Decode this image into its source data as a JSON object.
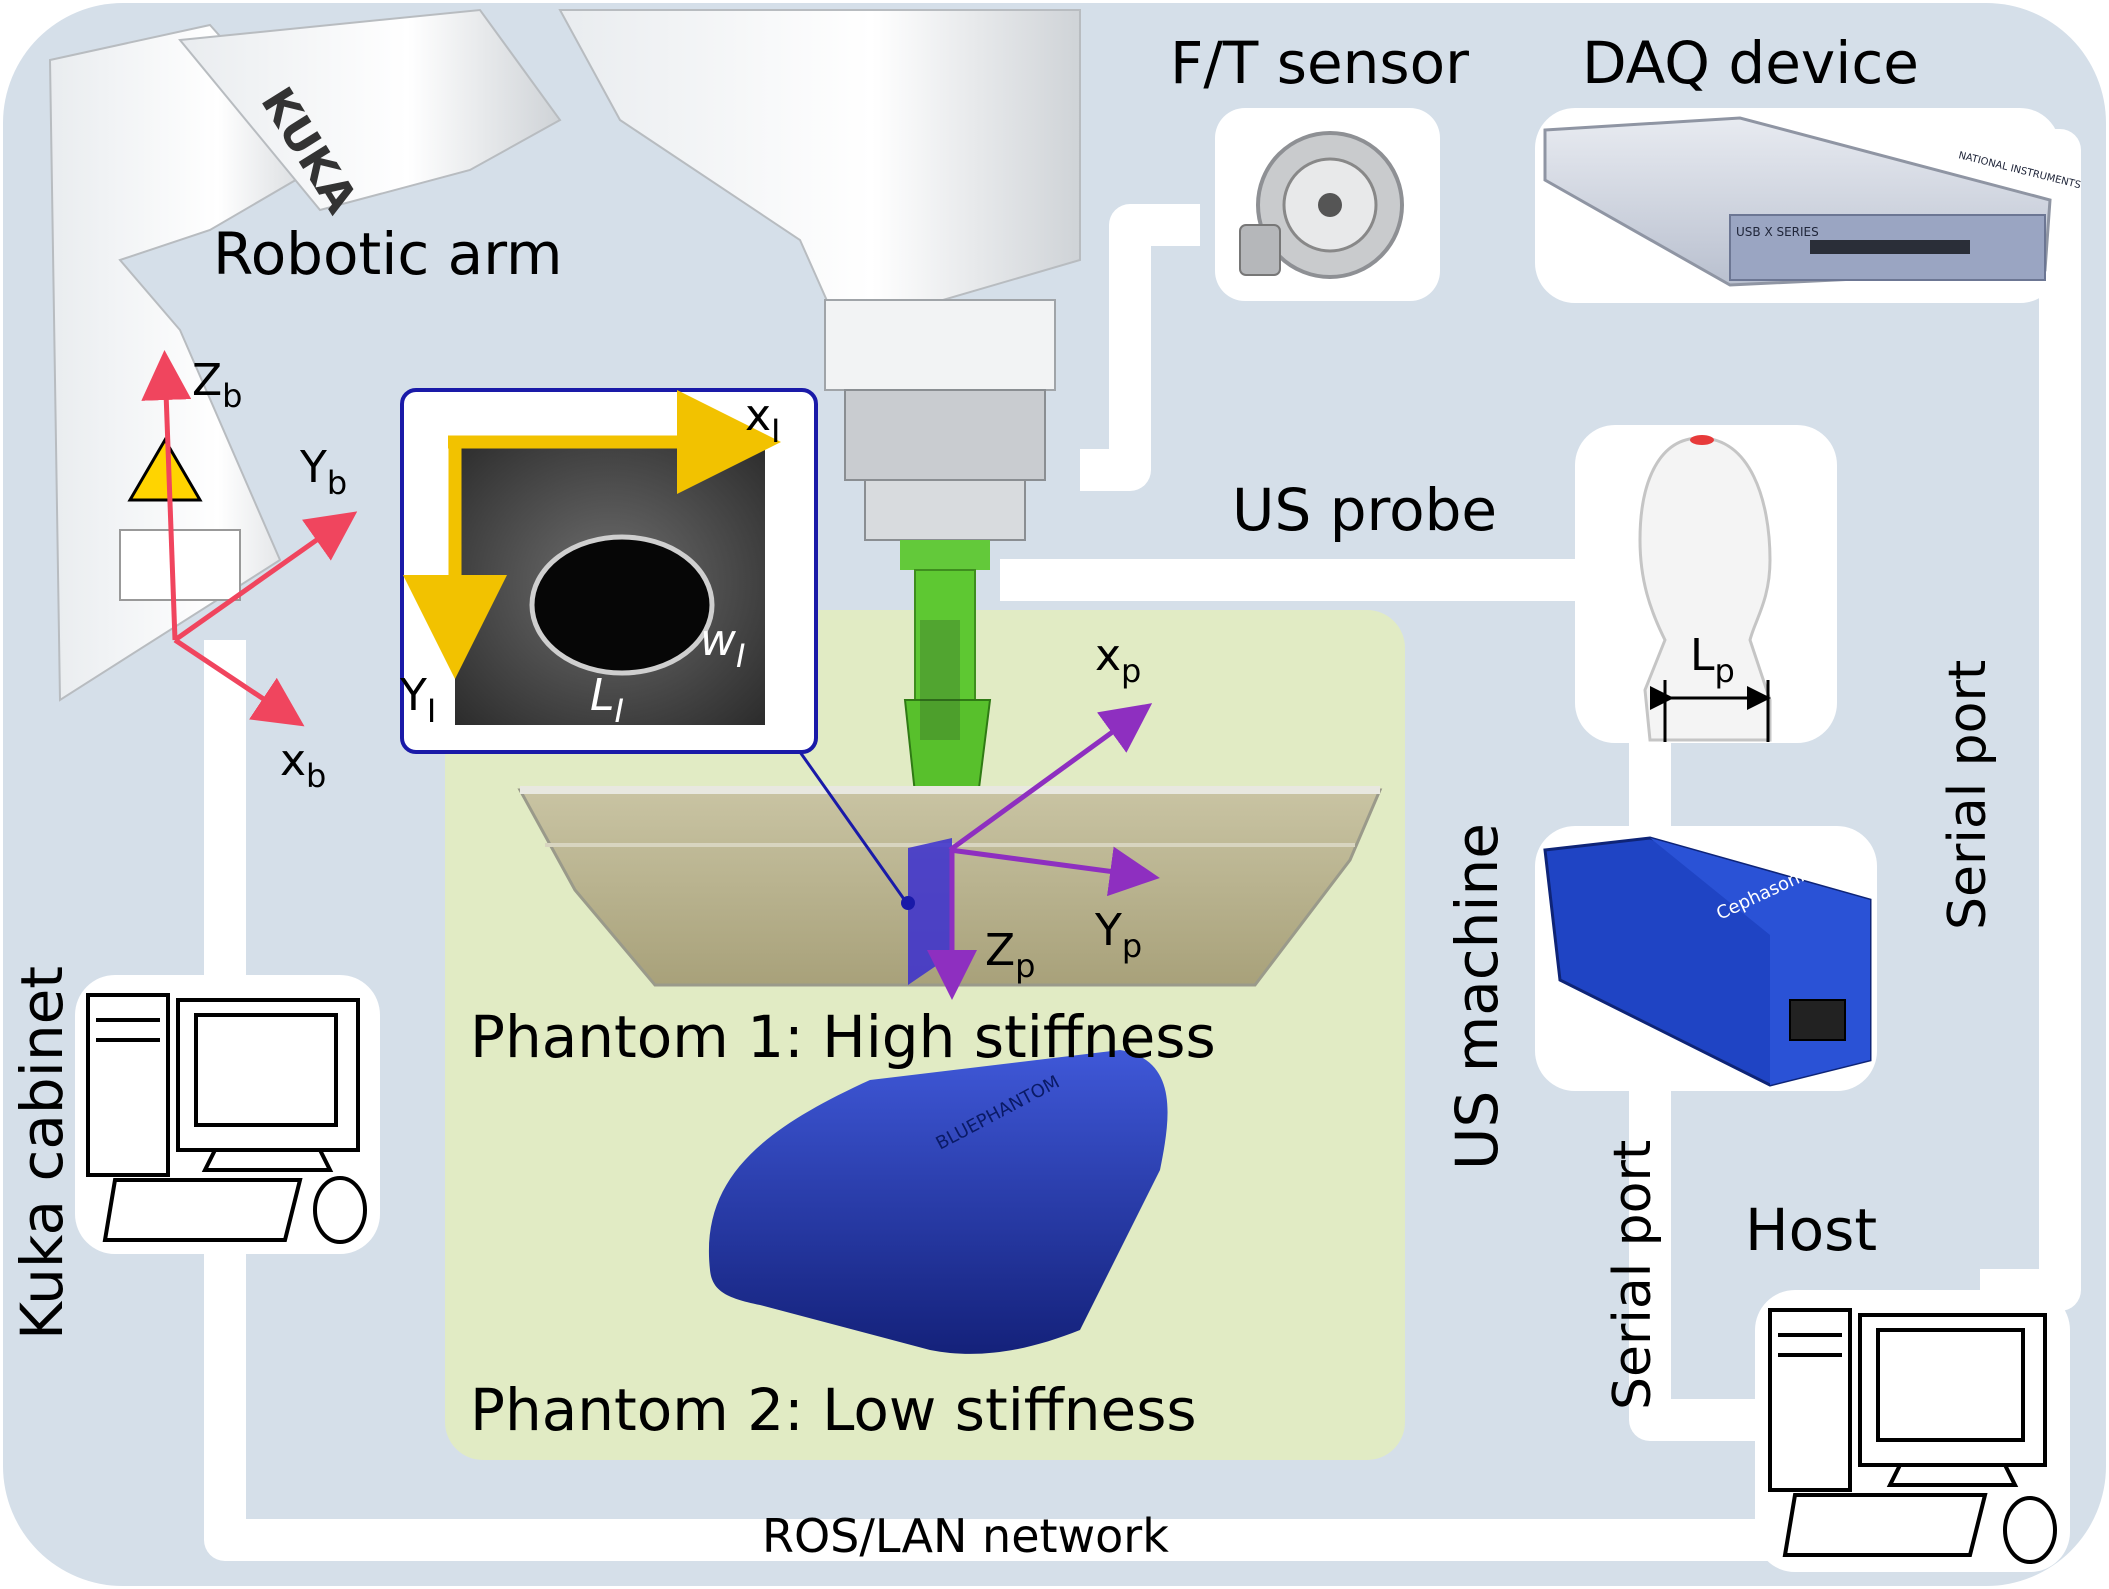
{
  "labels": {
    "robotic_arm": "Robotic arm",
    "ft_sensor": "F/T sensor",
    "daq_device": "DAQ device",
    "us_probe": "US probe",
    "us_machine": "US machine",
    "host": "Host",
    "kuka_cabinet": "Kuka cabinet",
    "serial_port_right": "Serial port",
    "serial_port_middle": "Serial port",
    "network": "ROS/LAN network",
    "phantom1": "Phantom 1: High stiffness",
    "phantom2": "Phantom 2: Low stiffness"
  },
  "axes": {
    "base": {
      "z": "Z",
      "y": "Y",
      "x": "x",
      "sub": "b"
    },
    "image": {
      "x": "x",
      "y": "Y",
      "length": "L",
      "width": "w",
      "sub": "I"
    },
    "probe": {
      "x": "x",
      "y": "Y",
      "z": "Z",
      "sub": "p",
      "length": "L"
    }
  },
  "branding": {
    "kuka": "KUKA",
    "daq_series": "USB X SERIES",
    "daq_brand": "NATIONAL INSTRUMENTS",
    "us_brand": "Cephasonics",
    "phantom_brand": "BLUEPHANTOM"
  },
  "colors": {
    "background_panel": "#d5dfe9",
    "phantom_area": "#e1ebc4",
    "base_axes": "#f0455e",
    "image_axes": "#f2c200",
    "probe_axes": "#8e2fc0",
    "image_frame": "#1a1aa8",
    "probe_holder": "#5ec832",
    "us_machine": "#1f44c4",
    "phantom2": "#1f33a8"
  }
}
